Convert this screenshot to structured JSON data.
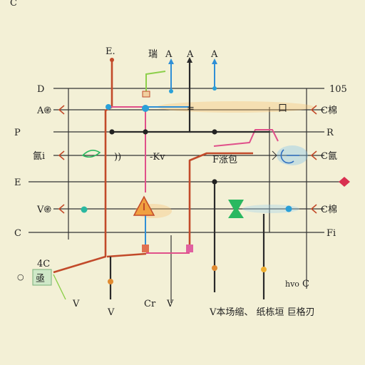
{
  "colors": {
    "background": "#f3f0d6",
    "grid": "#333333",
    "wire_red": "#c24a2a",
    "wire_pink": "#e0508a",
    "wire_blue": "#2f8fd6",
    "wire_dark": "#2a2a2a",
    "wire_green": "#8ccf4a",
    "node_blue": "#2aa0d8",
    "node_orange": "#e08a30",
    "node_teal": "#2ab8a0",
    "warning_fill": "#f0a040",
    "diamond": "#d83050"
  },
  "labels": {
    "corner": "C",
    "top_e": "E.",
    "top_mid_a": "A",
    "top_glyph": "瑞",
    "top_a1": "A",
    "top_a2": "A",
    "left_d": "D",
    "left_ae": "A֎",
    "left_p": "P",
    "left_cn": "氤i",
    "left_e": "E",
    "left_v": "V֎",
    "left_c": "C",
    "right_105": "105",
    "right_c1": "C棉",
    "right_r": "R",
    "right_c2": "C氤",
    "right_c3": "C棉",
    "right_f": "Fi",
    "center_box": "口",
    "center_eq": "=",
    "fk_label": "F涨包",
    "tick_marks": "))",
    "kv_label": "-Kv",
    "bottom_left_4c": "4C",
    "bottom_left_box": "亟",
    "bottom_left_o": "○",
    "bottom_v1": "V",
    "bottom_v2": "V",
    "bottom_cr": "Cr",
    "bottom_v3": "V",
    "bottom_right_c": "C",
    "bottom_right_small": "hvo",
    "bottom_right_text": "V本场缩、 纸栋垣 巨格刃"
  },
  "icons": {
    "warning": "warning-triangle-icon",
    "green_marker": "green-arrow-icon",
    "circle_arrow": "circle-arrow-icon",
    "diamond": "diamond-icon"
  }
}
